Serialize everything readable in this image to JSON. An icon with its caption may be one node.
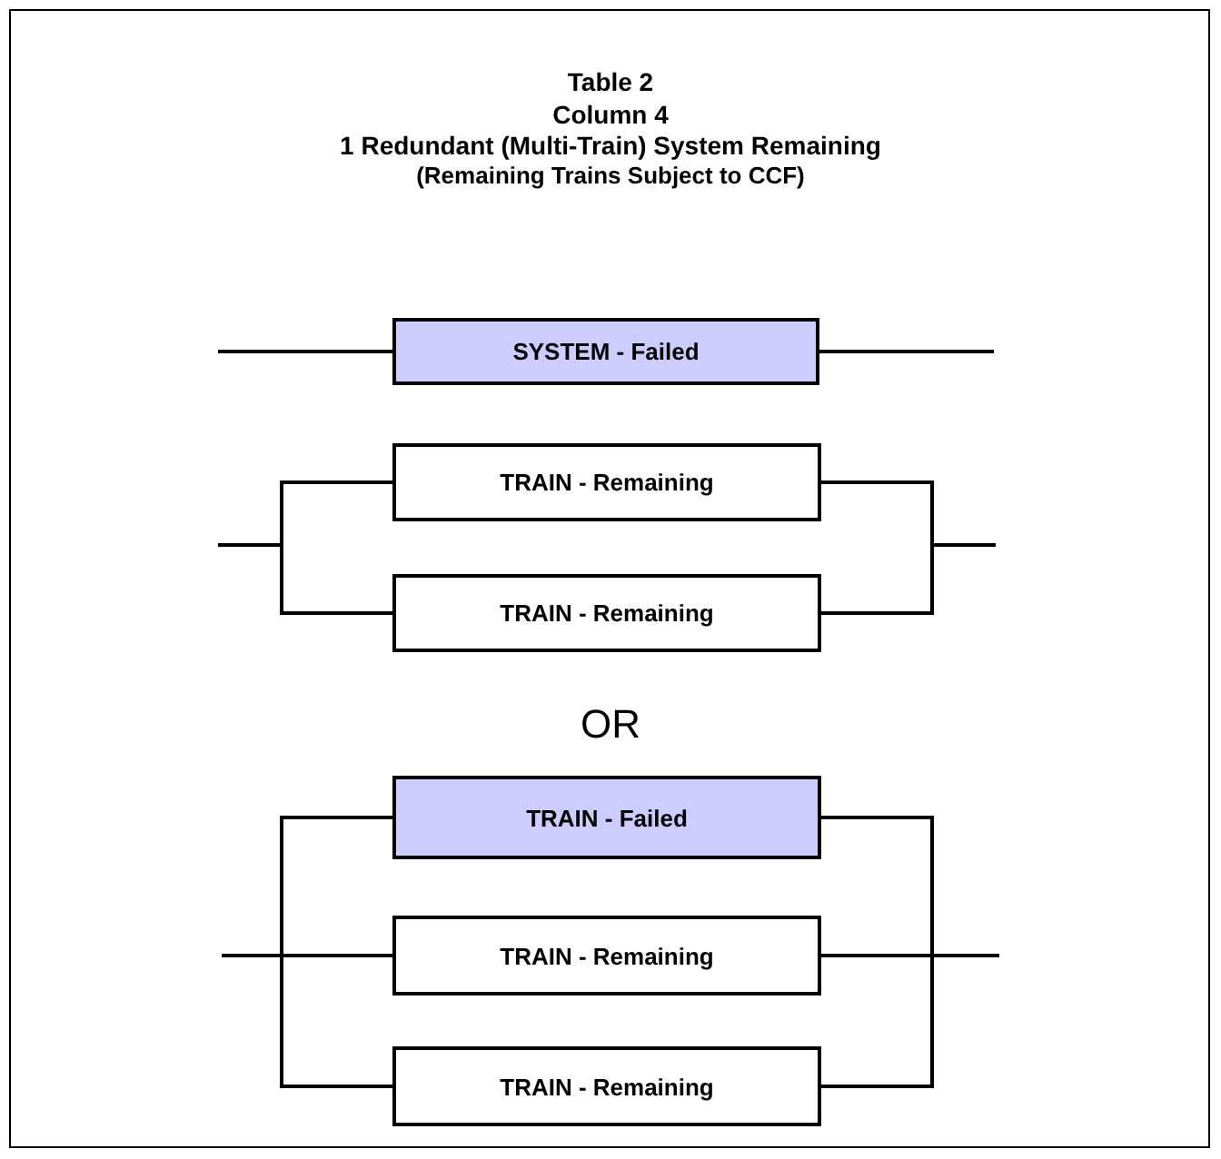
{
  "diagram": {
    "title": "Table 2",
    "nodes": [
      {
        "text": [
          "SYSTEM - Failed"
        ]
      },
      {
        "text": [
          "TRAIN - Remaining"
        ]
      },
      {
        "text": [
          "TRAIN - Remaining"
        ]
      },
      {
        "text": [
          "TRAIN - Failed"
        ]
      },
      {
        "text": [
          "TRAIN - Remaining"
        ]
      },
      {
        "text": [
          "TRAIN - Remaining"
        ]
      }
    ],
    "edges": [
      {
        "from": null,
        "to": 0,
        "arrow": "none"
      },
      {
        "from": 0,
        "to": null,
        "arrow": "none"
      },
      {
        "from": null,
        "to": 1,
        "arrow": "none"
      },
      {
        "from": null,
        "to": 2,
        "arrow": "none"
      },
      {
        "from": 1,
        "to": null,
        "arrow": "none"
      },
      {
        "from": 2,
        "to": null,
        "arrow": "none"
      },
      {
        "from": null,
        "to": 3,
        "arrow": "none"
      },
      {
        "from": null,
        "to": 4,
        "arrow": "none"
      },
      {
        "from": null,
        "to": 5,
        "arrow": "none"
      },
      {
        "from": 3,
        "to": null,
        "arrow": "none"
      },
      {
        "from": 4,
        "to": null,
        "arrow": "none"
      },
      {
        "from": 5,
        "to": null,
        "arrow": "none"
      }
    ],
    "labels": [
      "Column 4",
      "1 Redundant (Multi-Train) System Remaining",
      "(Remaining Trains Subject to CCF)",
      "OR"
    ]
  }
}
